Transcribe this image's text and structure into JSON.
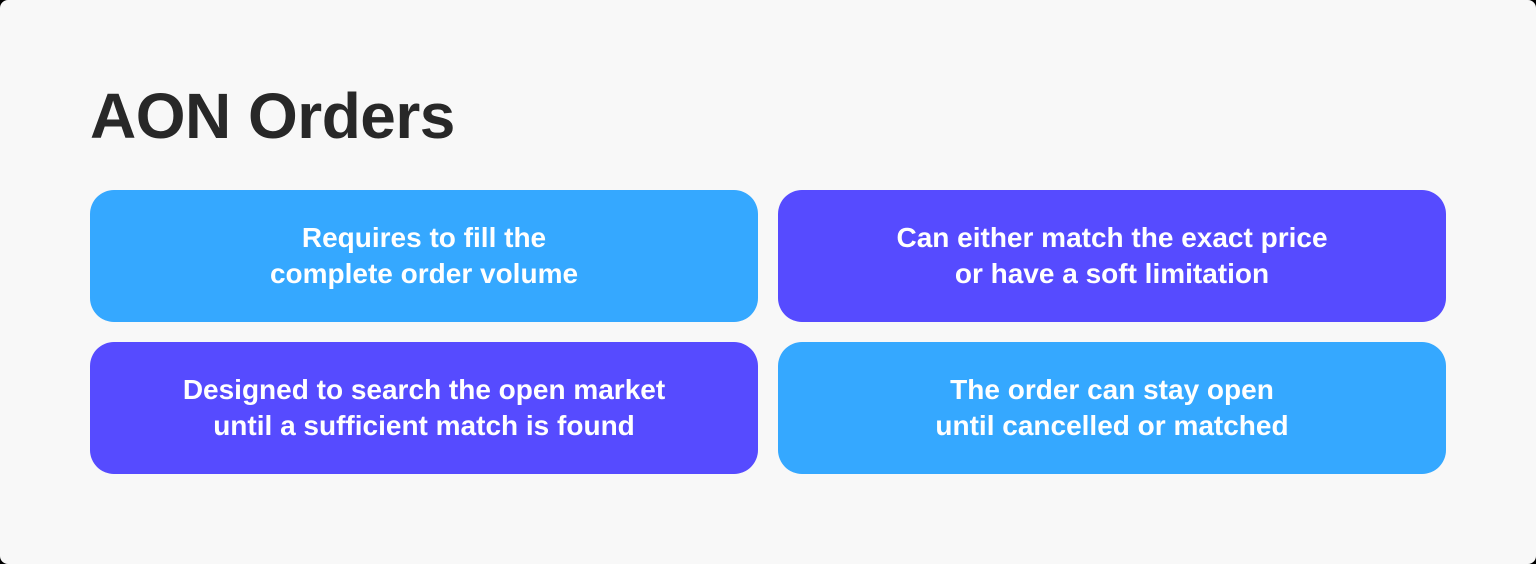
{
  "title": "AON Orders",
  "colors": {
    "background": "#f8f8f8",
    "title_text": "#282828",
    "blue": "#35a8ff",
    "purple": "#564bff",
    "card_text": "#ffffff"
  },
  "cards": [
    {
      "text": "Requires to fill the\ncomplete order volume",
      "color": "blue"
    },
    {
      "text": "Can either match the exact price\nor have a soft limitation",
      "color": "purple"
    },
    {
      "text": "Designed to search the open market\nuntil a sufficient match is found",
      "color": "purple"
    },
    {
      "text": "The order can stay open\nuntil cancelled or matched",
      "color": "blue"
    }
  ]
}
